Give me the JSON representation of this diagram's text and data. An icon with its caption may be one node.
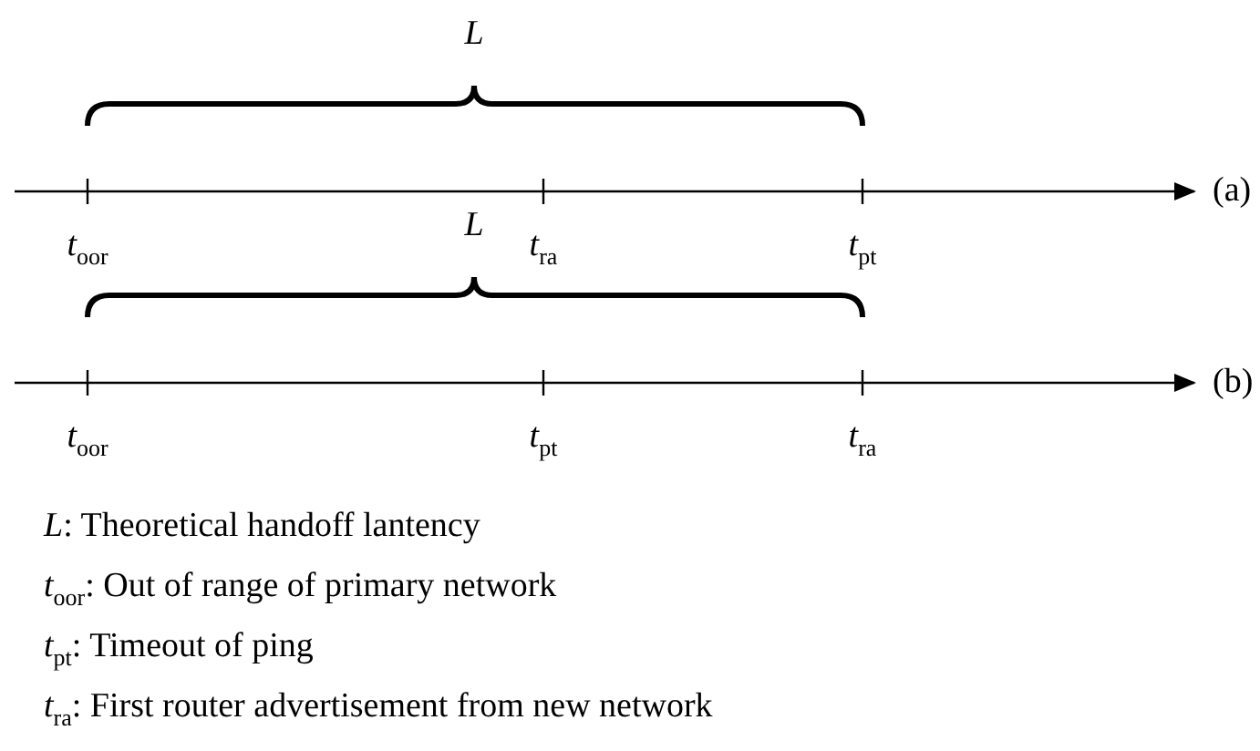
{
  "diagram": {
    "labels": [
      "L",
      "(a)",
      "*t*$_{oor}$",
      "*t*$_{ra}$",
      "*t*$_{pt}$",
      "L",
      "(b)",
      "*t*$_{oor}$",
      "*t*$_{pt}$",
      "*t*$_{ra}$",
      "*L*: Theoretical handoff lantency",
      "*t*$_{oor}$: Out of range of primary network",
      "*t*$_{pt}$: Timeout of ping",
      "*t*$_{ra}$: First router advertisement from new network"
    ]
  }
}
